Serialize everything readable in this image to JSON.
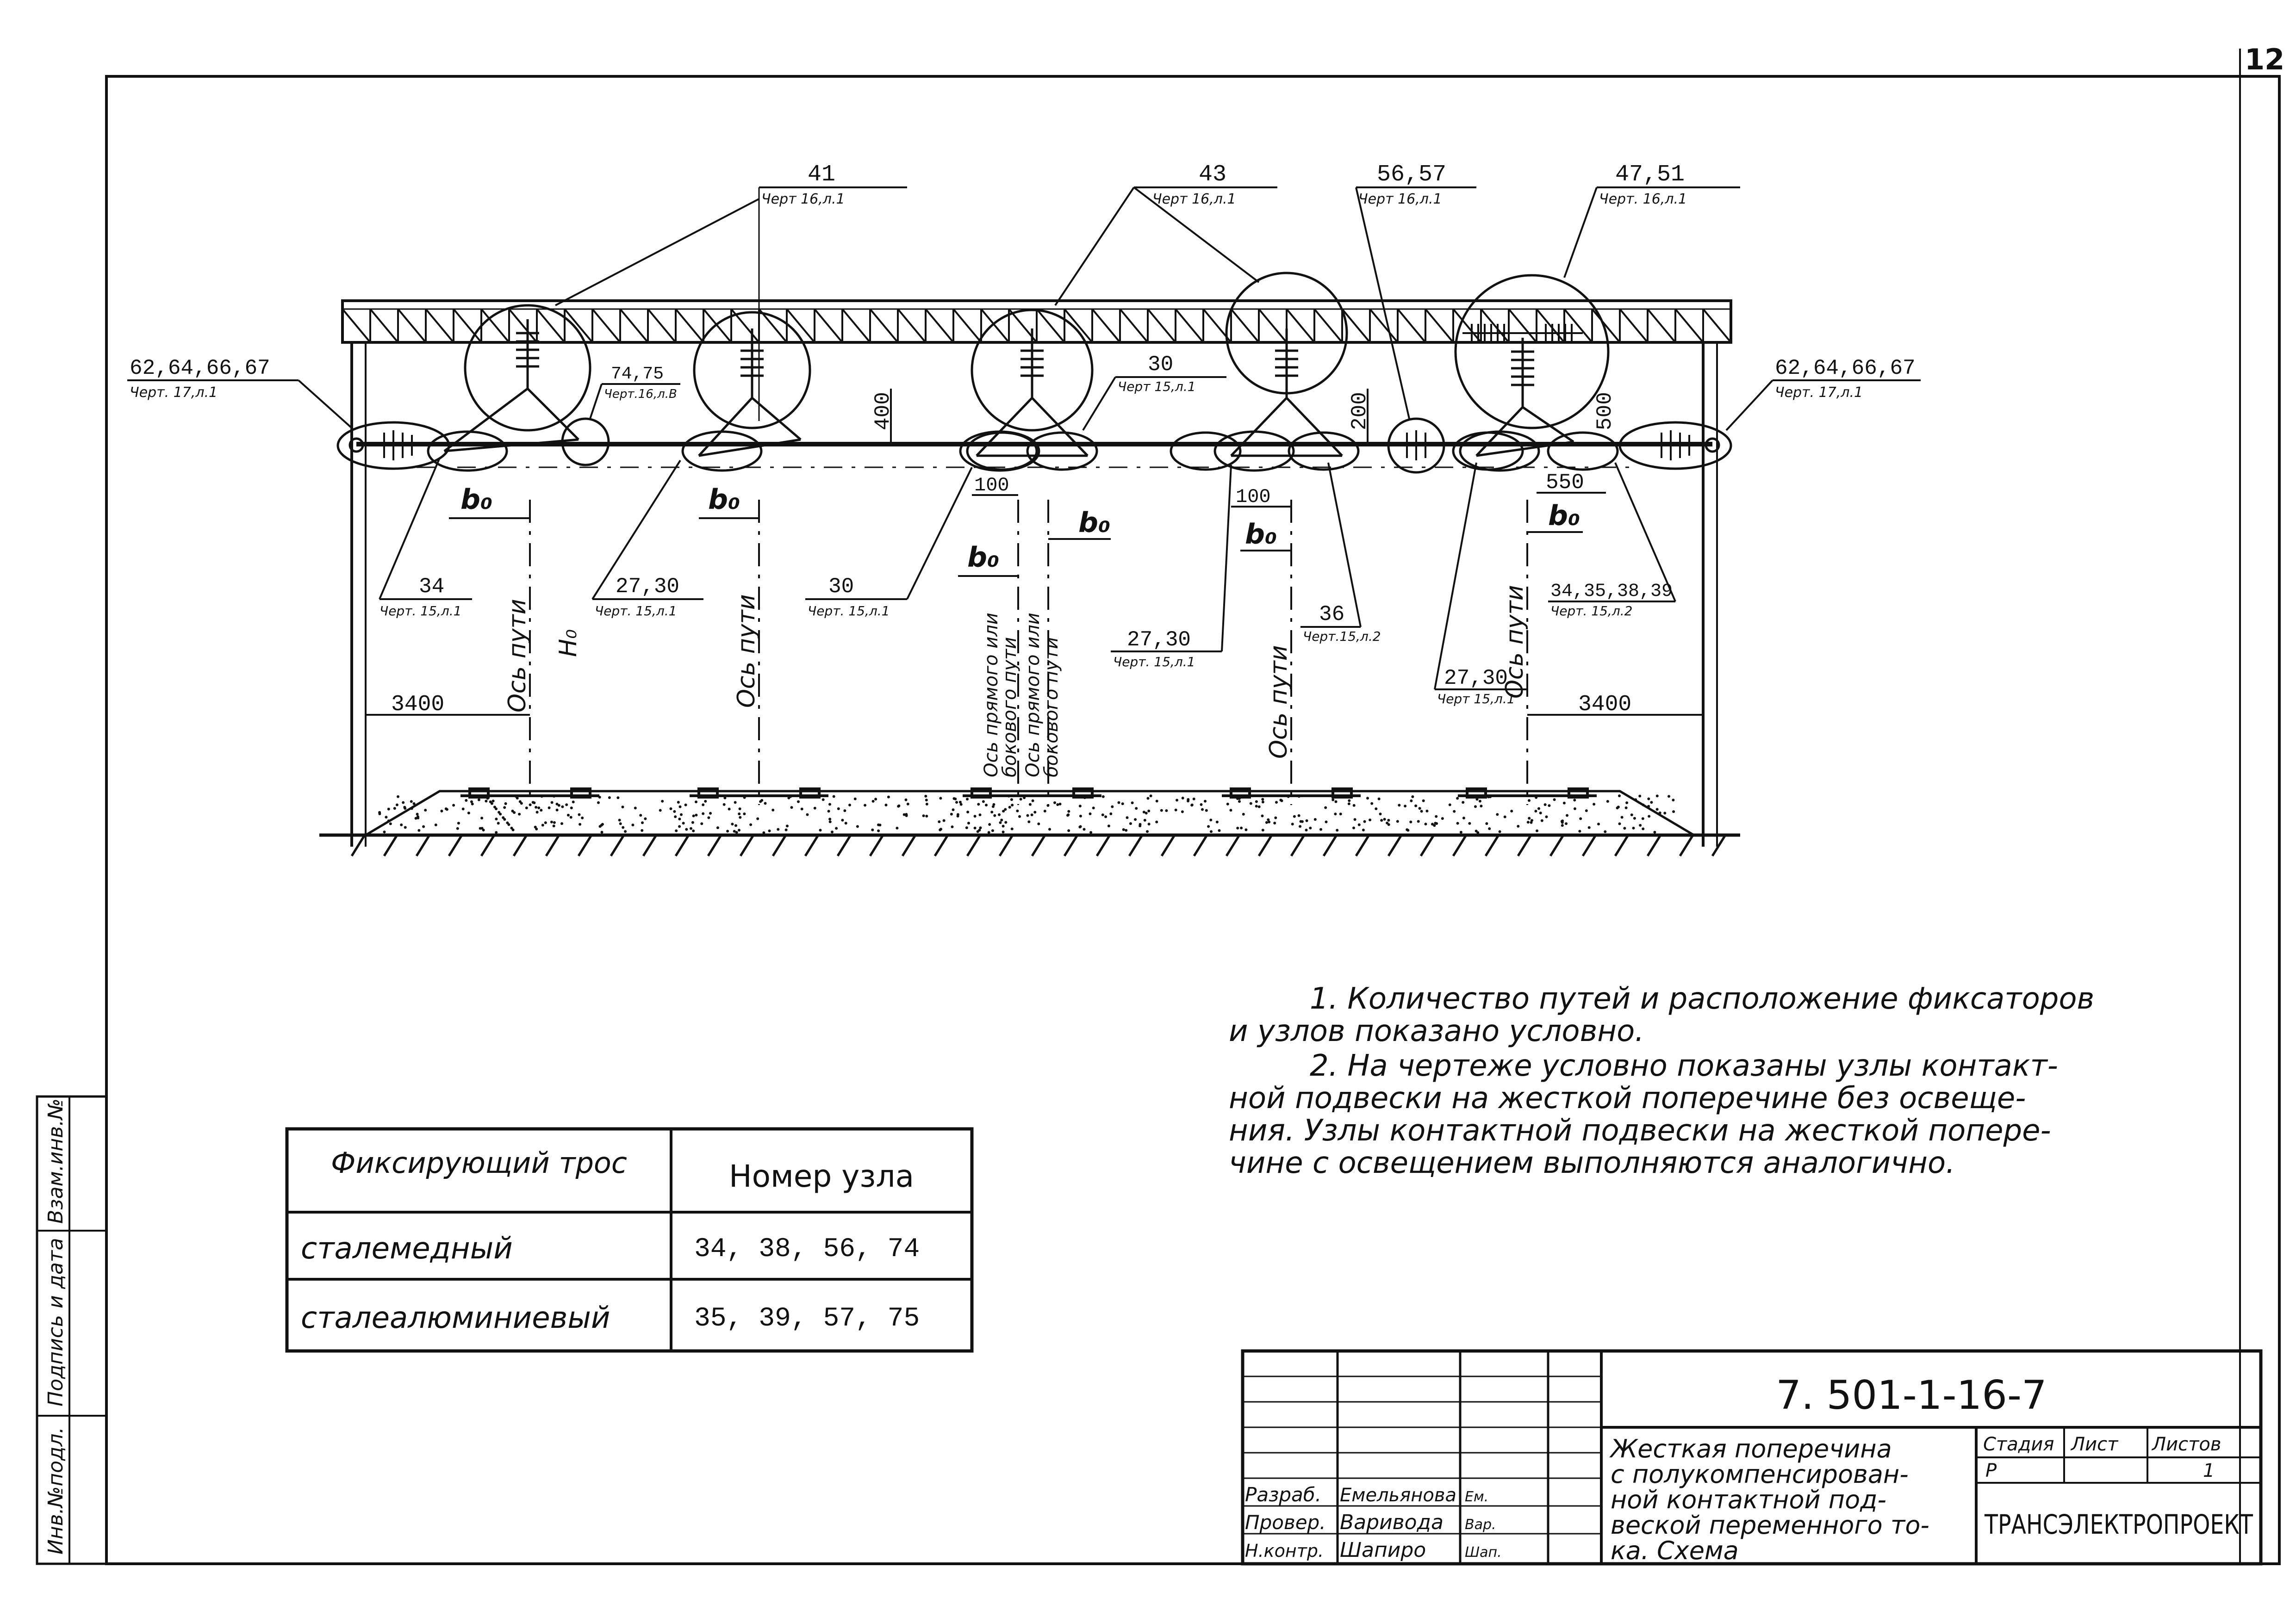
{
  "page": {
    "sheet_no": "12"
  },
  "callouts": {
    "top_41": {
      "num": "41",
      "ref": "Черт 16,л.1"
    },
    "top_43": {
      "num": "43",
      "ref": "Черт 16,л.1"
    },
    "top_5657": {
      "num": "56,57",
      "ref": "Черт 16,л.1"
    },
    "top_4751": {
      "num": "47,51",
      "ref": "Черт. 16,л.1"
    },
    "left_6267": {
      "num": "62,64,66,67",
      "ref": "Черт. 17,л.1"
    },
    "right_6267": {
      "num": "62,64,66,67",
      "ref": "Черт. 17,л.1"
    },
    "c_7475": {
      "num": "74,75",
      "ref": "Черт.16,л.В"
    },
    "c_30_top": {
      "num": "30",
      "ref": "Черт 15,л.1"
    },
    "c_34": {
      "num": "34",
      "ref": "Черт. 15,л.1"
    },
    "c_2730_a": {
      "num": "27,30",
      "ref": "Черт. 15,л.1"
    },
    "c_30_mid": {
      "num": "30",
      "ref": "Черт. 15,л.1"
    },
    "c_2730_b": {
      "num": "27,30",
      "ref": "Черт. 15,л.1"
    },
    "c_36": {
      "num": "36",
      "ref": "Черт.15,л.2"
    },
    "c_2730_c": {
      "num": "27,30",
      "ref": "Черт 15,л.1"
    },
    "c_34353839": {
      "num": "34,35,38,39",
      "ref": "Черт. 15,л.2"
    }
  },
  "dims": {
    "d400": "400",
    "d200": "200",
    "d500": "500",
    "d100a": "100",
    "d100b": "100",
    "d550": "550",
    "d3400l": "3400",
    "d3400r": "3400",
    "b0": "b₀",
    "h0": "H₀"
  },
  "track_labels": {
    "axis1": "Ось пути",
    "axis2": "Ось пути",
    "axis3a": "Ось прямого или",
    "axis3b": "бокового пути",
    "axis4a": "Ось прямого или",
    "axis4b": "бокового пути",
    "axis5": "Ось пути",
    "axis6": "Ось пути"
  },
  "notes": [
    "1. Количество путей и расположение фиксаторов",
    "и узлов показано условно.",
    "2. На чертеже условно показаны узлы контакт-",
    "ной подвески на жесткой поперечине без освеще-",
    "ния. Узлы контактной подвески на жесткой попере-",
    "чине с освещением выполняются аналогично."
  ],
  "table": {
    "headers": [
      "Фиксирующий трос",
      "Номер узла"
    ],
    "rows": [
      [
        "сталемедный",
        "34, 38, 56, 74"
      ],
      [
        "сталеалюминиевый",
        "35, 39, 57, 75"
      ]
    ]
  },
  "side_stamp": {
    "cells": [
      "Инв.№подл.",
      "Подпись и дата",
      "Взам.инв.№"
    ]
  },
  "title_block": {
    "doc_code": "7. 501-1-16-7",
    "title_lines": [
      "Жесткая поперечина",
      "с полукомпенсирован-",
      "ной контактной под-",
      "веской переменного то-",
      "ка. Схема"
    ],
    "stage_label": "Стадия",
    "sheet_label": "Лист",
    "sheets_label": "Листов",
    "stage": "Р",
    "sheet": "",
    "sheets": "1",
    "org": "ТРАНСЭЛЕКТРОПРОЕКТ",
    "people": [
      {
        "role": "Разраб.",
        "name": "Емельянова",
        "sign": "Ем."
      },
      {
        "role": "Провер.",
        "name": "Варивода",
        "sign": "Вар."
      },
      {
        "role": "Н.контр.",
        "name": "Шапиро",
        "sign": "Шап."
      }
    ]
  }
}
